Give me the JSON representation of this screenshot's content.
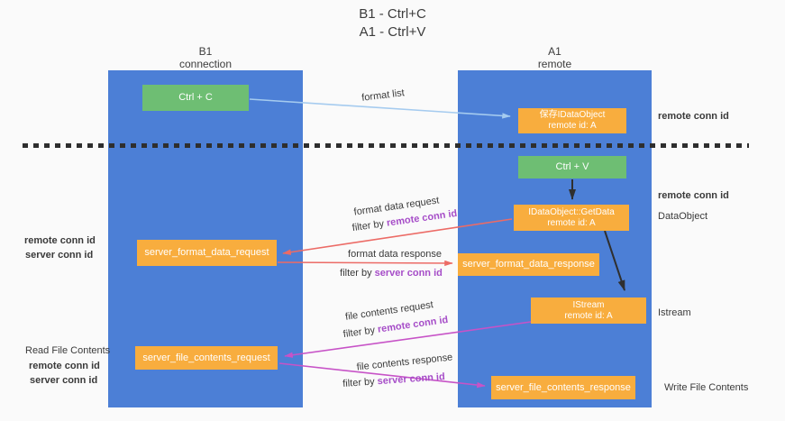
{
  "title": {
    "line1": "B1 - Ctrl+C",
    "line2": "A1 - Ctrl+V"
  },
  "columns": {
    "left": {
      "name": "B1",
      "role": "connection"
    },
    "right": {
      "name": "A1",
      "role": "remote"
    }
  },
  "boxes": {
    "ctrl_c": "Ctrl + C",
    "ctrl_v": "Ctrl + V",
    "save_idataobject": {
      "line1": "保存IDataObject",
      "line2": "remote id: A"
    },
    "getdata": {
      "line1": "IDataObject::GetData",
      "line2": "remote id: A"
    },
    "istream": {
      "line1": "IStream",
      "line2": "remote id: A"
    },
    "format_request": "server_format_data_request",
    "format_response": "server_format_data_response",
    "file_request": "server_file_contents_request",
    "file_response": "server_file_contents_response"
  },
  "flow_labels": {
    "format_list": "format list",
    "format_data_request": "format data request",
    "format_data_response": "format data response",
    "file_contents_request": "file contents request",
    "file_contents_response": "file contents response",
    "filter_by": "filter by ",
    "remote_conn_id": "remote conn id",
    "server_conn_id": "server conn id"
  },
  "side_labels": {
    "remote_conn_id": "remote conn id",
    "server_conn_id": "server conn id",
    "dataobject": "DataObject",
    "istream": "Istream",
    "read_file_contents": "Read File Contents",
    "write_file_contents": "Write File Contents"
  },
  "colors": {
    "column_blue": "#4C7FD6",
    "box_green": "#6EBE73",
    "box_orange": "#F8AD3E",
    "label_purple": "#A64DC8",
    "label_green": "#53B555",
    "arrow_red": "#EC6B66",
    "arrow_magenta": "#C753C7",
    "arrow_blue": "#A5CBEF",
    "arrow_black": "#2F2F2F"
  }
}
